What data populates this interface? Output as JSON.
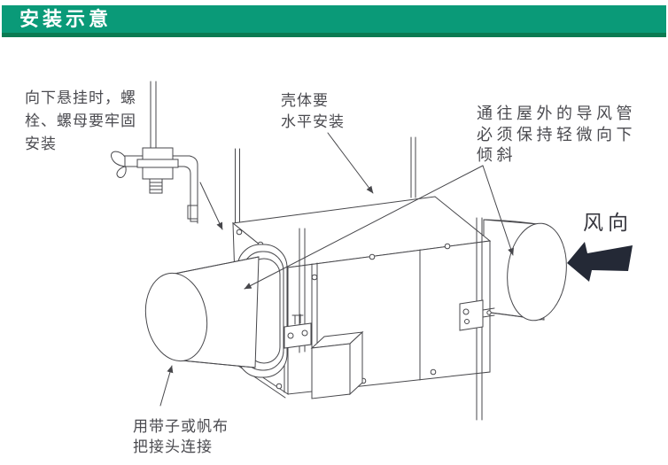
{
  "header": {
    "title": "安装示意"
  },
  "colors": {
    "header_bg": "#0a9a78",
    "header_edge": "#0b7b52",
    "header_text": "#ffffff",
    "line": "#47474b",
    "label_text": "#4b4b50",
    "wind_arrow": "#242936"
  },
  "labels": {
    "hang": [
      "向下悬挂时，螺",
      "栓、螺母要牢固",
      "安装"
    ],
    "level": [
      "壳体要",
      "水平安装"
    ],
    "duct": [
      "通往屋外的导风管",
      "必须保持轻微向下",
      "倾斜"
    ],
    "wind": "风向",
    "joint": [
      "用带子或帆布",
      "把接头连接"
    ]
  }
}
